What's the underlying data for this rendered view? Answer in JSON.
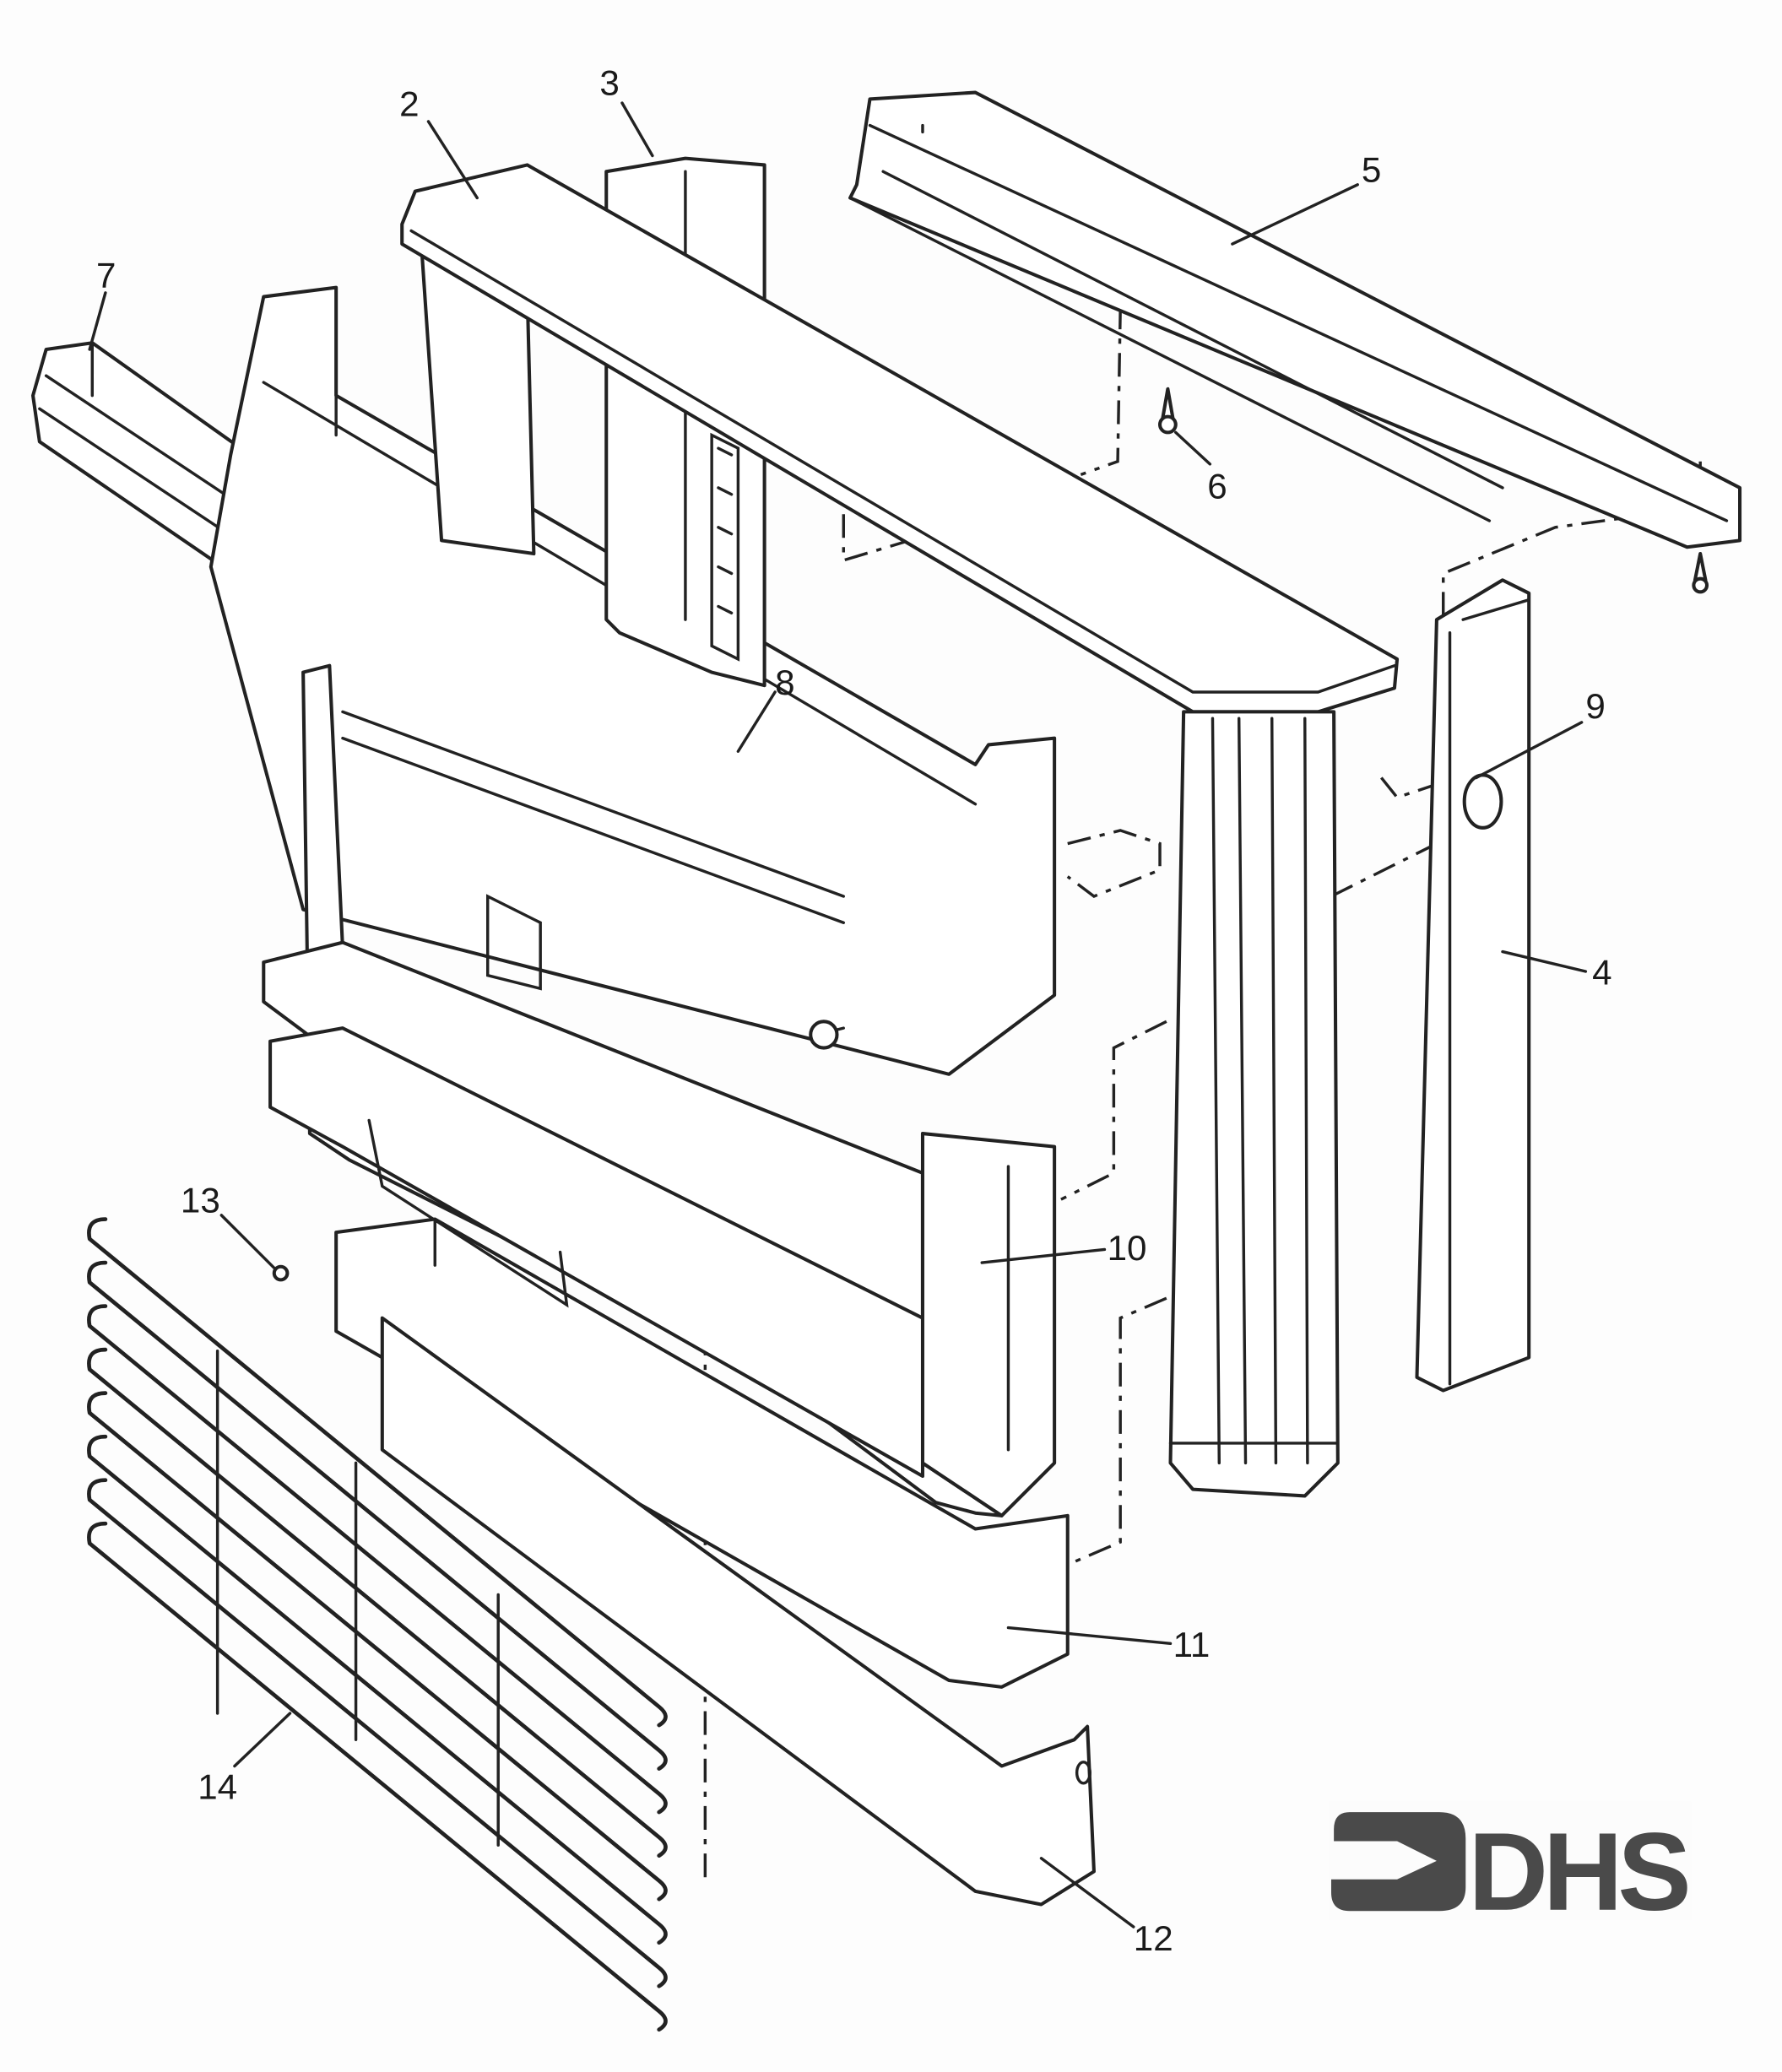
{
  "diagram": {
    "type": "exploded-parts-diagram",
    "callouts": [
      "2",
      "3",
      "5",
      "6",
      "7",
      "8",
      "9",
      "4",
      "10",
      "11",
      "12",
      "13",
      "14"
    ],
    "logo_text": "DHS",
    "colors": {
      "line": "#222222",
      "logo": "#4a4a4a",
      "background": "#fdfdfd"
    }
  }
}
